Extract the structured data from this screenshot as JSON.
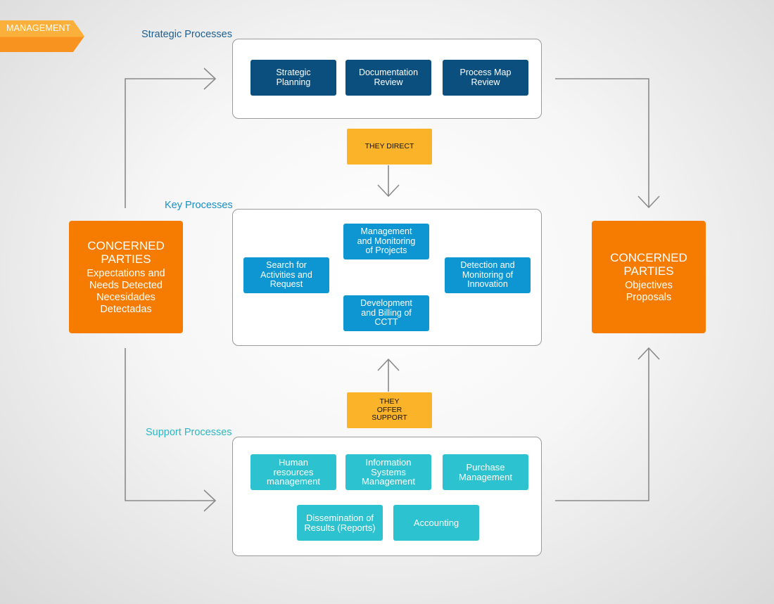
{
  "banner": {
    "label": "MANAGEMENT",
    "color_light": "#fbb03b",
    "color_dark": "#f7931e"
  },
  "sections": {
    "strategic": {
      "label": "Strategic Processes",
      "color": "#1e5f93",
      "items": [
        "Strategic\nPlanning",
        "Documentation\nReview",
        "Process Map\nReview"
      ]
    },
    "key": {
      "label": "Key Processes",
      "color": "#1990c8",
      "items": [
        "Management\nand Monitoring\nof Projects",
        "Search for\nActivities and\nRequest",
        "Detection and\nMonitoring of\nInnovation",
        "Development\nand Billing of\nCCTT"
      ]
    },
    "support": {
      "label": "Support Processes",
      "color": "#2bb7c4",
      "items": [
        "Human\nresources\nmanagement",
        "Information\nSystems\nManagement",
        "Purchase\nManagement",
        "Dissemination of\nResults (Reports)",
        "Accounting"
      ]
    }
  },
  "connectors": {
    "direct": "THEY DIRECT",
    "support": "THEY\nOFFER\nSUPPORT"
  },
  "parties": {
    "left": {
      "title": "CONCERNED\nPARTIES",
      "desc": "Expectations and\nNeeds Detected\nNecesidades\nDetectadas"
    },
    "right": {
      "title": "CONCERNED\nPARTIES",
      "desc": "Objectives\nProposals"
    }
  },
  "colors": {
    "strategic_box": "#0b4f7e",
    "key_box": "#0e96d2",
    "support_box": "#2cc2cf",
    "connector": "#fbb42a",
    "party": "#f57c00",
    "line": "#8a8a8a"
  }
}
